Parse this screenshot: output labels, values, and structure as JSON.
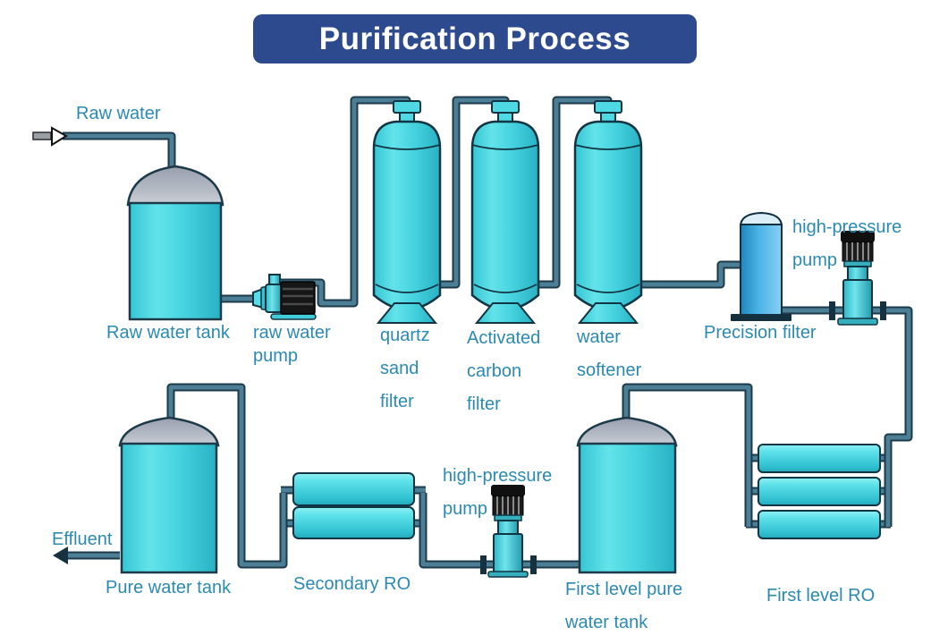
{
  "title": "Purification Process",
  "labels": {
    "raw_water": "Raw water",
    "raw_water_tank": "Raw water tank",
    "raw_water_pump": "raw water\npump",
    "quartz_sand_filter": "quartz\nsand\nfilter",
    "activated_carbon_filter": "Activated\ncarbon\nfilter",
    "water_softener": "water\nsoftener",
    "precision_filter": "Precision filter",
    "high_pressure_pump_1": "high-pressure\npump",
    "first_level_ro": "First level RO",
    "first_level_pure_water_tank": "First level pure\nwater tank",
    "high_pressure_pump_2": "high-pressure\npump",
    "secondary_ro": "Secondary RO",
    "pure_water_tank": "Pure water tank",
    "effluent": "Effluent"
  },
  "icons": {
    "inlet_arrow": "right-arrow",
    "effluent_arrow": "left-arrow"
  },
  "colors": {
    "title_background": "#2d4a8e",
    "title_text": "#ffffff",
    "label_text": "#2b8ab2",
    "pipe_fill": "#4c7e96",
    "pipe_outline": "#1d3a4a",
    "equipment_cyan": "#3ecfdc",
    "tank_dome_gray": "#b2b8c3",
    "precision_filter_blue": "#4db4e6",
    "pump_motor_black": "#1c1c1c"
  }
}
